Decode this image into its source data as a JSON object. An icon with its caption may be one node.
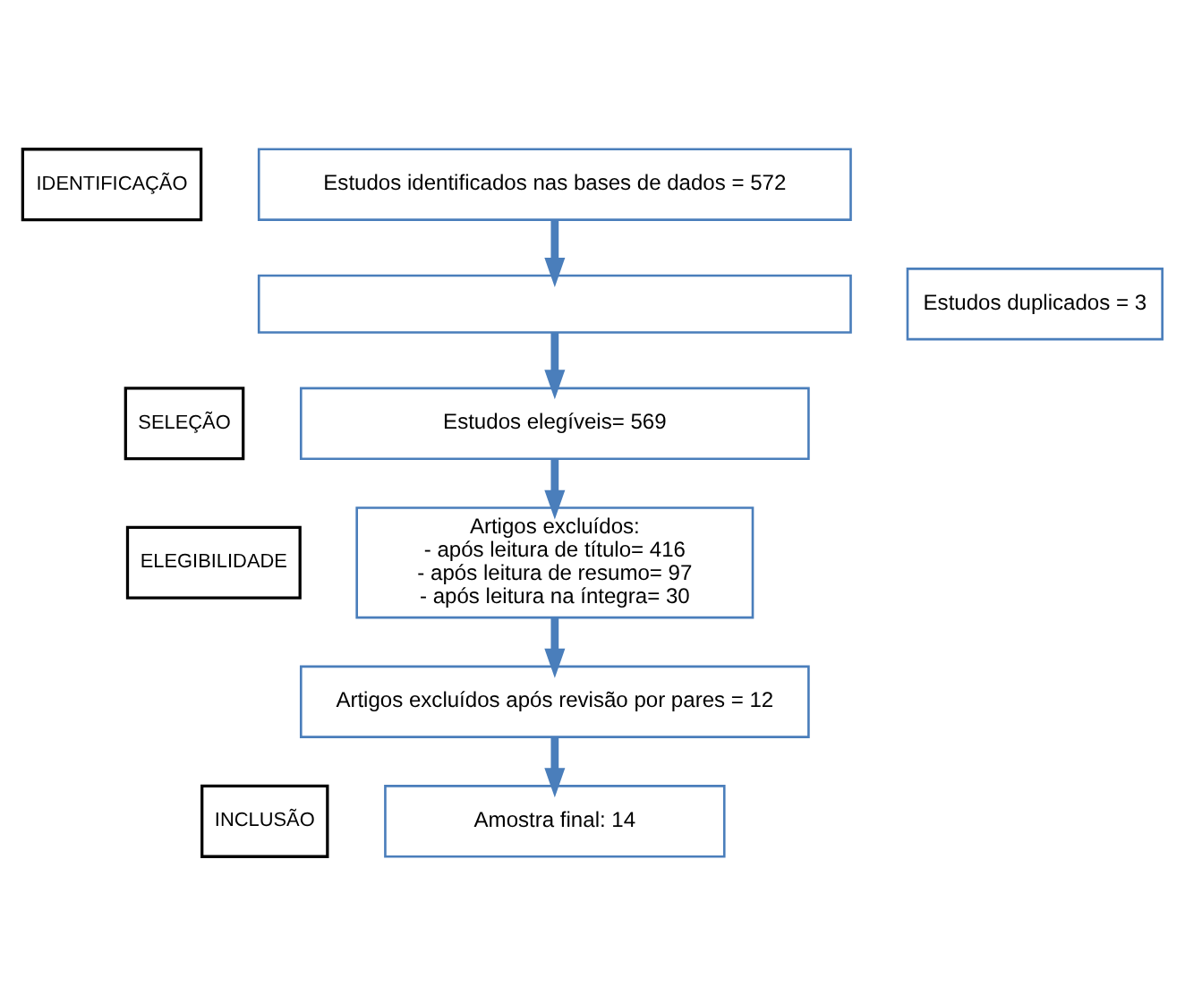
{
  "diagram": {
    "nodes": [
      {
        "text": [
          "IDENTIFICAÇÃO"
        ]
      },
      {
        "text": [
          "Estudos identificados nas bases de dados = 572"
        ]
      },
      {
        "text": [],
        "shape": "box"
      },
      {
        "text": [
          "Estudos duplicados = 3"
        ]
      },
      {
        "text": [
          "SELEÇÃO"
        ]
      },
      {
        "text": [
          "Estudos elegíveis= 569"
        ]
      },
      {
        "text": [
          "ELEGIBILIDADE"
        ]
      },
      {
        "text": [
          "Artigos excluídos:",
          "- após leitura de título= 416",
          "- após leitura de resumo= 97",
          "- após leitura na íntegra= 30"
        ]
      },
      {
        "text": [
          "Artigos excluídos após revisão por pares = 12"
        ]
      },
      {
        "text": [
          "INCLUSÃO"
        ]
      },
      {
        "text": [
          "Amostra final: 14"
        ]
      }
    ],
    "edges": [
      {
        "from": 1,
        "to": 2,
        "arrow": "to"
      },
      {
        "from": 2,
        "to": 5,
        "arrow": "to"
      },
      {
        "from": 5,
        "to": 7,
        "arrow": "to"
      },
      {
        "from": 7,
        "to": 8,
        "arrow": "to"
      },
      {
        "from": 8,
        "to": 10,
        "arrow": "to"
      }
    ]
  }
}
